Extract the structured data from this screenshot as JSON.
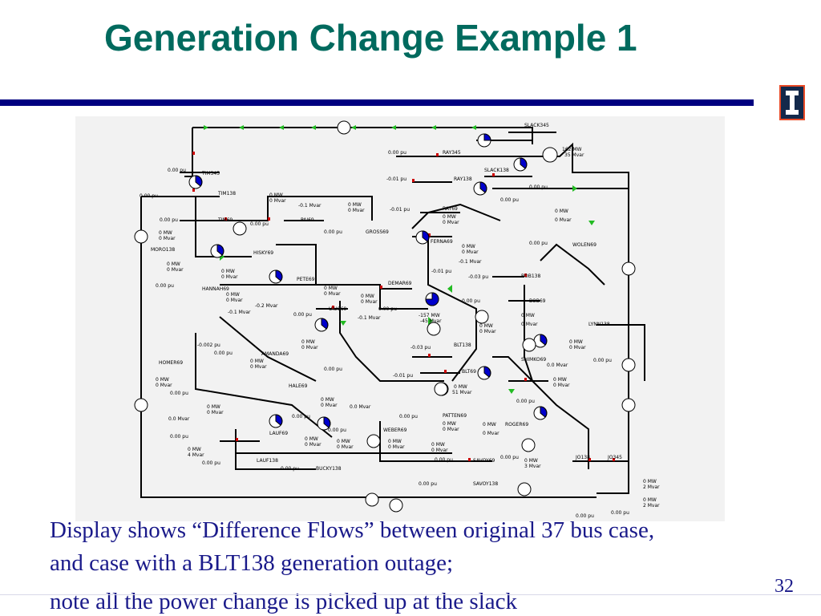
{
  "slide": {
    "title": "Generation Change Example 1",
    "page_number": "32",
    "caption_lines": [
      "Display shows “Difference Flows” between original 37 bus case,",
      "and case with a BLT138 generation outage;",
      "note all the power change is picked up at the slack"
    ]
  },
  "logo": {
    "icon": "illinois-block-i-icon",
    "colors": {
      "fill": "#13294b",
      "border": "#e84a27"
    }
  },
  "colors": {
    "title": "#006a5e",
    "rule": "#000080",
    "caption": "#1a1a8a",
    "line": "#000000",
    "flow_arrow": "#22bb22",
    "breaker": "#cc0000",
    "pie_fill": "#0000cc"
  },
  "diagram": {
    "buses": [
      "SLACK345",
      "RAY345",
      "SLACK138",
      "RAY138",
      "TIM345",
      "TIM138",
      "TIM69",
      "PAI69",
      "RAY69",
      "GROSS69",
      "FERNA69",
      "MORO138",
      "HISKY69",
      "WOLEN69",
      "PETE69",
      "DEMAR69",
      "BOB138",
      "HANNAH69",
      "BOB69",
      "UIUC69",
      "LYNN138",
      "BLT138",
      "AMANDA69",
      "SHIMKO69",
      "HOMER69",
      "BLT69",
      "HALE69",
      "PATTEN69",
      "ROGER69",
      "LAUF69",
      "WEBER69",
      "LAUF138",
      "SAVOY69",
      "JO138",
      "JO345",
      "BUCKY138",
      "SAVOY138"
    ],
    "labels": [
      "162 MW",
      "35 Mvar",
      "0.00 pu",
      "0.00 pu",
      "0.00 pu",
      "0.00 pu",
      "0.00 pu",
      "0.00 pu",
      "0.00 pu",
      "-0.01 pu",
      "-0.01 pu",
      "-0.01 pu",
      "-0.01 pu",
      "-0.03 pu",
      "-0.03 pu",
      "-0.002 pu",
      "-0.1 Mvar",
      "-0.1 Mvar",
      "-0.1 Mvar",
      "-0.2 Mvar",
      "0.0 Mvar",
      "0.0 Mvar",
      "-157 MW",
      "-45 Mvar",
      "0 MW",
      "0 Mvar",
      "0.0 Mvar",
      "51 Mvar",
      "4 Mvar",
      "3 Mvar",
      "2 Mvar",
      "2 Mvar"
    ]
  }
}
